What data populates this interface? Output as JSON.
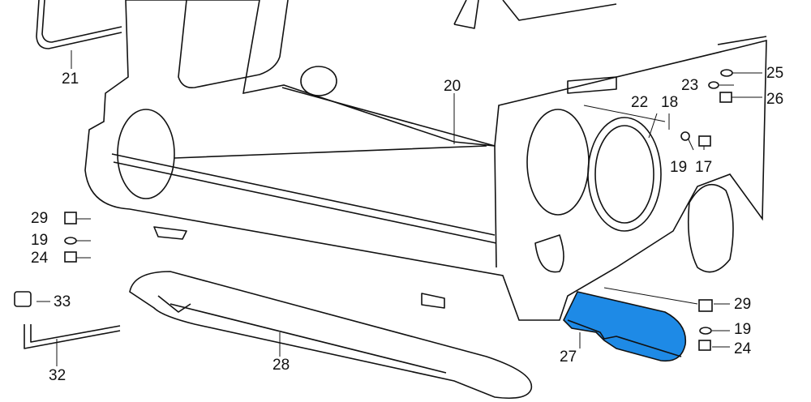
{
  "diagram": {
    "highlight_color": "#1e8ae6",
    "callouts": [
      {
        "id": "c21",
        "text": "21"
      },
      {
        "id": "c20",
        "text": "20"
      },
      {
        "id": "c22",
        "text": "22"
      },
      {
        "id": "c18",
        "text": "18"
      },
      {
        "id": "c25",
        "text": "25"
      },
      {
        "id": "c23",
        "text": "23"
      },
      {
        "id": "c26",
        "text": "26"
      },
      {
        "id": "c19a",
        "text": "19"
      },
      {
        "id": "c17",
        "text": "17"
      },
      {
        "id": "c29a",
        "text": "29"
      },
      {
        "id": "c19b",
        "text": "19"
      },
      {
        "id": "c24a",
        "text": "24"
      },
      {
        "id": "c33",
        "text": "33"
      },
      {
        "id": "c32",
        "text": "32"
      },
      {
        "id": "c28",
        "text": "28"
      },
      {
        "id": "c27",
        "text": "27"
      },
      {
        "id": "c29b",
        "text": "29"
      },
      {
        "id": "c19c",
        "text": "19"
      },
      {
        "id": "c24b",
        "text": "24"
      }
    ]
  }
}
